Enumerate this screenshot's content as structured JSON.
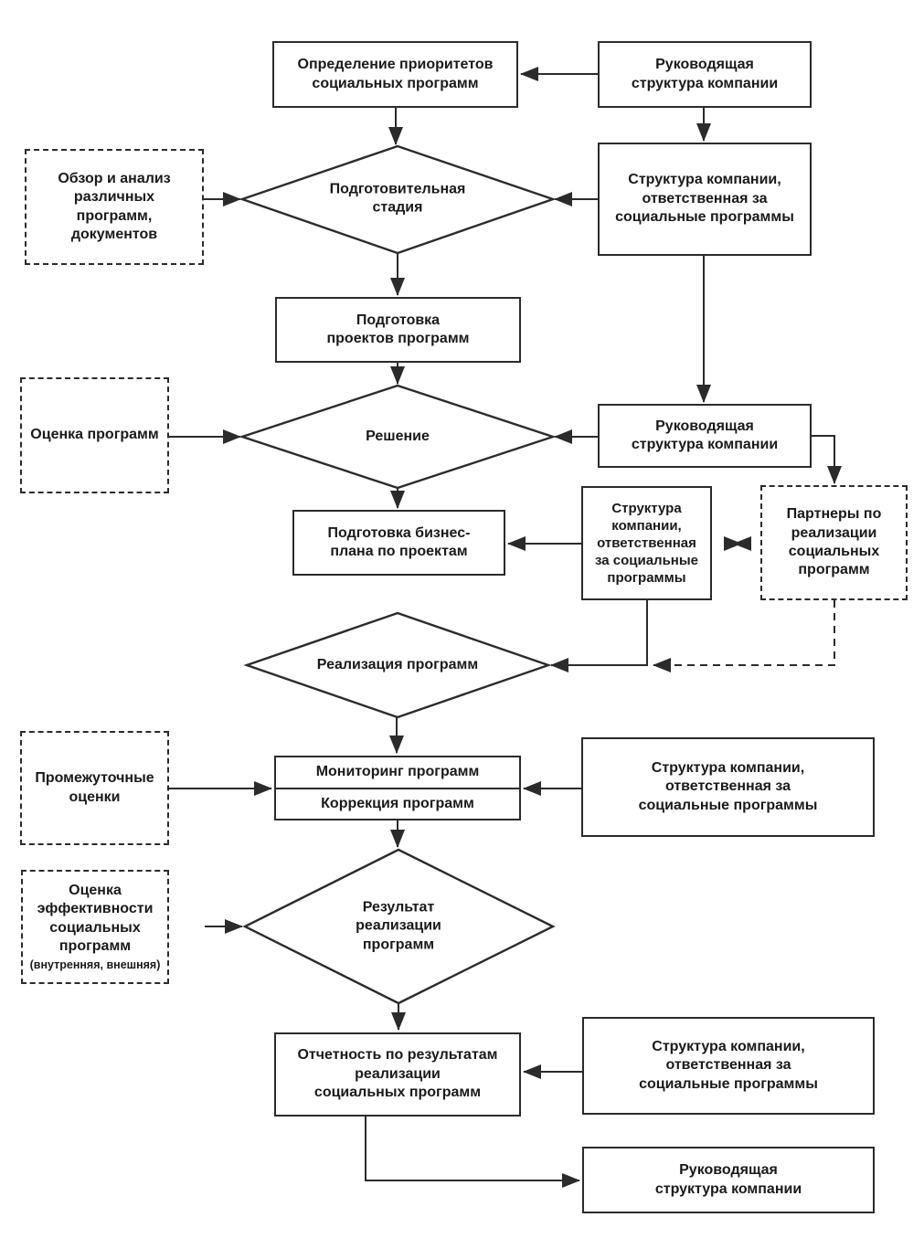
{
  "colors": {
    "line": "#2b2b2b",
    "text": "#1a1a1a",
    "background": "#ffffff"
  },
  "boxes": {
    "priorities": "Определение приоритетов\nсоциальных программ",
    "leading_top": "Руководящая\nструктура компании",
    "responsible_top": "Структура компании,\nответственная за\nсоциальные программы",
    "review": "Обзор и анализ\nразличных\nпрограмм,\nдокументов",
    "project_prep": "Подготовка\nпроектов программ",
    "eval_programs": "Оценка программ",
    "leading_mid": "Руководящая\nструктура компании",
    "business_plan": "Подготовка бизнес-\nплана по проектам",
    "responsible_mid": "Структура\nкомпании,\nответственная\nза социальные\nпрограммы",
    "partners": "Партнеры по\nреализации\nсоциальных\nпрограмм",
    "interim": "Промежуточные\nоценки",
    "monitoring": "Мониторинг программ",
    "correction": "Коррекция программ",
    "responsible_monitoring": "Структура компании,\nответственная за\nсоциальные программы",
    "effectiveness": "Оценка\nэффективности\nсоциальных\nпрограмм",
    "effectiveness_note": "(внутренняя, внешняя)",
    "reporting": "Отчетность по результатам\nреализации\nсоциальных программ",
    "responsible_reporting": "Структура компании,\nответственная за\nсоциальные программы",
    "leading_bottom": "Руководящая\nструктура компании"
  },
  "diamonds": {
    "prep_stage": "Подготовительная\nстадия",
    "decision": "Решение",
    "implementation": "Реализация программ",
    "result": "Результат\nреализации\nпрограмм"
  }
}
